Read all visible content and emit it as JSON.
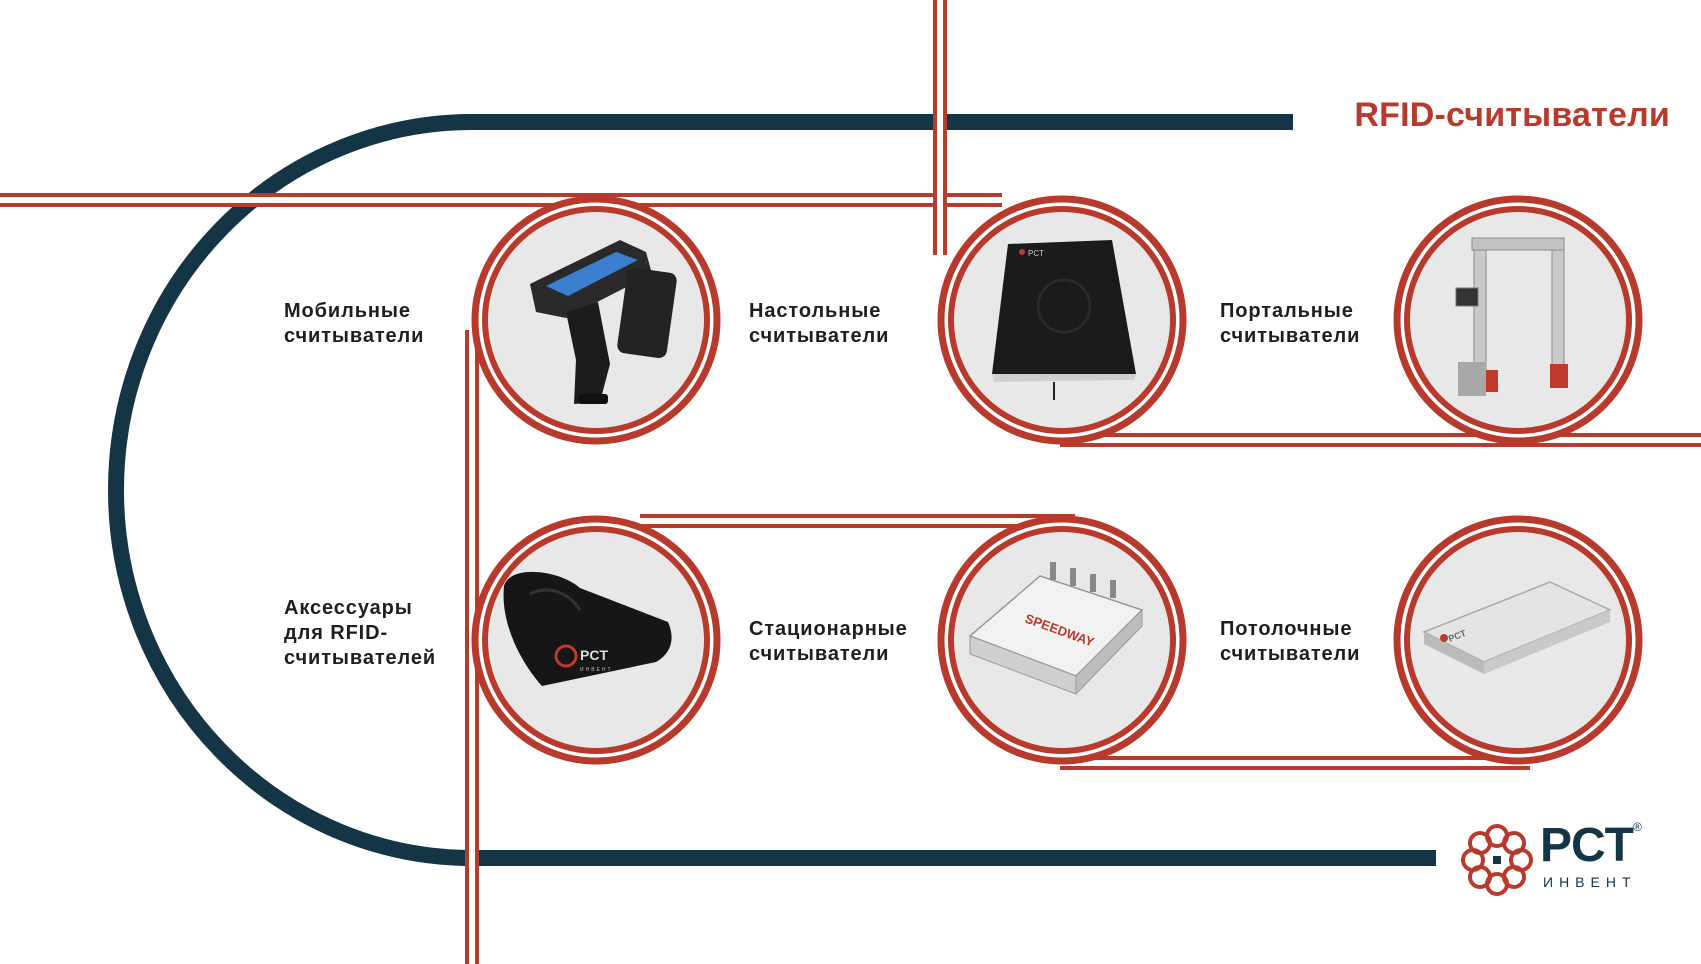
{
  "title": "RFID-считыватели",
  "colors": {
    "red": "#b83a2c",
    "navy": "#143545",
    "circle_bg": "#e8e8e8",
    "text": "#1e1e1e"
  },
  "categories": [
    {
      "id": "mobile",
      "label": "Мобильные\nсчитыватели",
      "icon": "handheld-rfid-reader-icon"
    },
    {
      "id": "desktop",
      "label": "Настольные\nсчитыватели",
      "icon": "desktop-rfid-pad-icon"
    },
    {
      "id": "portal",
      "label": "Портальные\nсчитыватели",
      "icon": "portal-gate-reader-icon"
    },
    {
      "id": "accessories",
      "label": "Аксессуары\nдля RFID-\nсчитывателей",
      "icon": "reader-holster-bag-icon"
    },
    {
      "id": "stationary",
      "label": "Стационарные\nсчитыватели",
      "icon": "speedway-fixed-reader-icon"
    },
    {
      "id": "ceiling",
      "label": "Потолочные\nсчитыватели",
      "icon": "ceiling-reader-icon"
    }
  ],
  "product_marks": {
    "pct": "PCT",
    "invent": "ИНВЕНТ",
    "speedway": "SPEEDWAY"
  },
  "logo": {
    "main": "PCT",
    "sub": "ИНВЕНТ",
    "reg": "®"
  }
}
